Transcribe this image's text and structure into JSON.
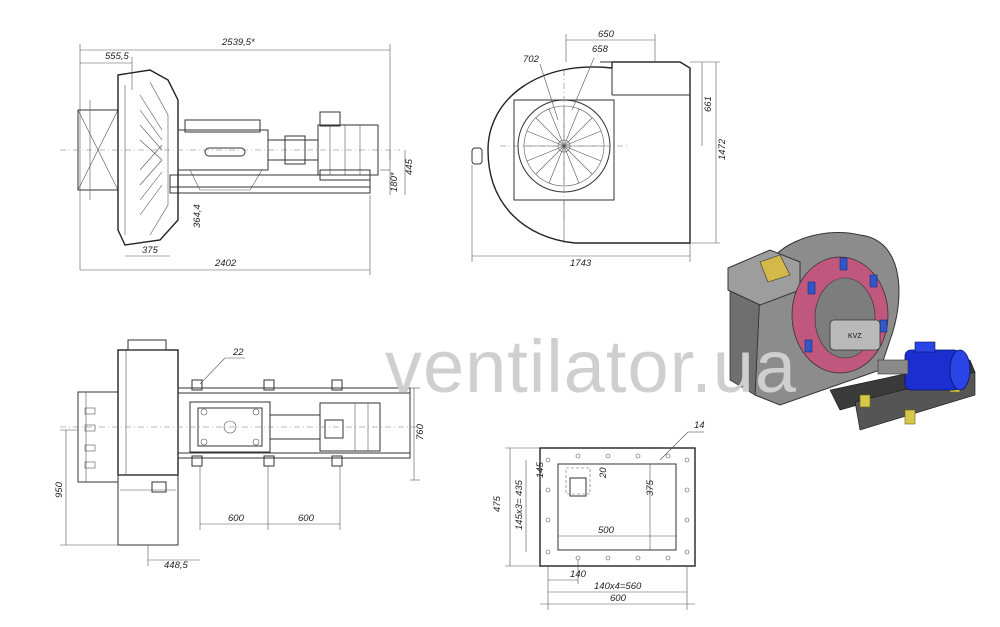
{
  "watermark": "ventilator.ua",
  "side_view": {
    "dims": {
      "overall_top": "2539,5*",
      "offset_left": "555,5",
      "overall_bottom": "2402",
      "base_left": "375",
      "shaft_height": "364,4",
      "motor_height": "180*",
      "right_height": "445"
    }
  },
  "front_view": {
    "dims": {
      "d1": "702",
      "d2": "658",
      "outlet": "650",
      "height_top": "661",
      "height_total": "1472",
      "width_total": "1743"
    }
  },
  "plan_view": {
    "label_ref": "22",
    "dims": {
      "width_left": "950",
      "width_right": "760",
      "span1": "600",
      "span2": "600",
      "offset": "448,5"
    }
  },
  "flange_view": {
    "label_ref": "14",
    "dims": {
      "height_outer": "475",
      "pitch_v": "145x3= 435",
      "pitch_v1": "145",
      "offset_small": "20",
      "height_inner": "375",
      "width_inner": "500",
      "pitch_h1": "140",
      "pitch_h": "140x4=560",
      "width_outer": "600"
    }
  },
  "render_3d": {
    "badge": "KVZ",
    "colors": {
      "housing": "#8c8c8c",
      "inlet_ring": "#c0587e",
      "flange": "#2f57c8",
      "motor": "#1b2fd1",
      "frame": "#3a3a3a",
      "mounts": "#d8c84a"
    }
  }
}
